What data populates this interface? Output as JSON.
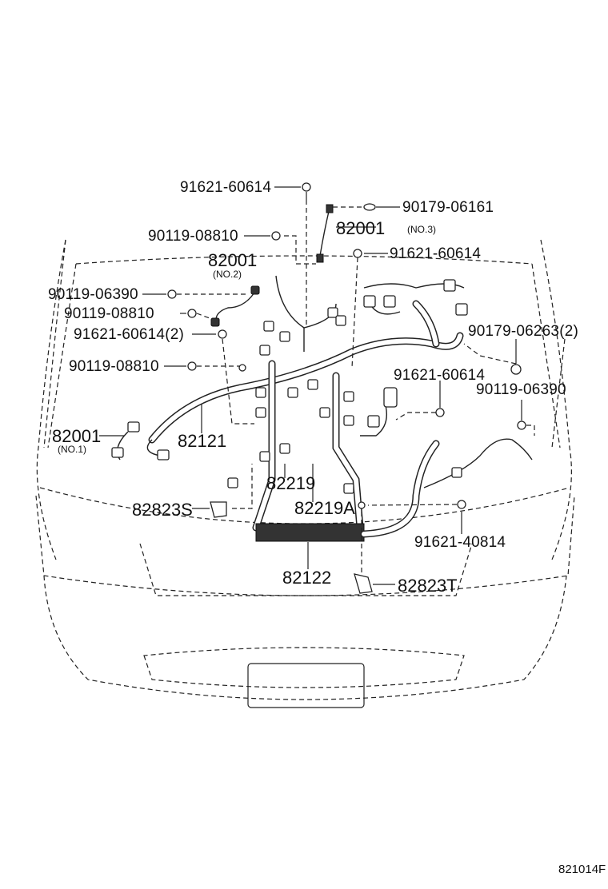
{
  "diagram": {
    "code": "821014F",
    "labels": {
      "p_91621_60614_top": "91621-60614",
      "p_90179_06161": "90179-06161",
      "p_82001_no3": "82001",
      "p_82001_no3_sub": "(NO.3)",
      "p_90119_08810_a": "90119-08810",
      "p_91621_60614_mid": "91621-60614",
      "p_82001_no2": "82001",
      "p_82001_no2_sub": "(NO.2)",
      "p_90119_06390_left": "90119-06390",
      "p_90119_08810_b": "90119-08810",
      "p_91621_60614_2": "91621-60614(2)",
      "p_90179_06263_2": "90179-06263(2)",
      "p_90119_08810_c": "90119-08810",
      "p_91621_60614_right": "91621-60614",
      "p_90119_06390_right": "90119-06390",
      "p_82001_no1": "82001",
      "p_82001_no1_sub": "(NO.1)",
      "p_82121": "82121",
      "p_82219": "82219",
      "p_82823S": "82823S",
      "p_82219A": "82219A",
      "p_91621_40814": "91621-40814",
      "p_82122": "82122",
      "p_82823T": "82823T"
    }
  }
}
